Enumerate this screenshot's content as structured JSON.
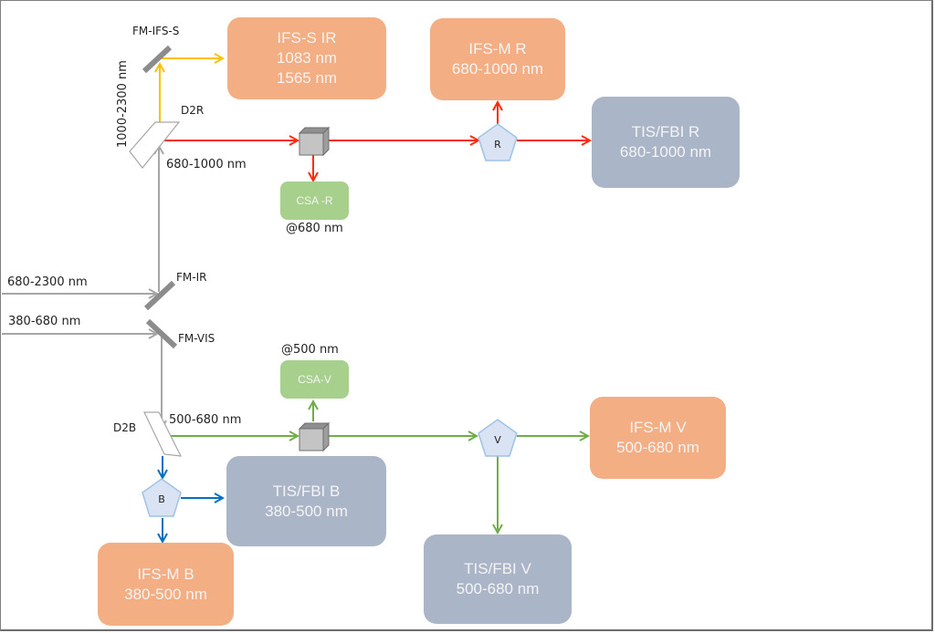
{
  "diagram": {
    "boxes": {
      "ifs_s_ir": {
        "title": "IFS-S IR",
        "line1": "1083 nm",
        "line2": "1565 nm"
      },
      "ifs_m_r": {
        "title": "IFS-M R",
        "line1": "680-1000 nm"
      },
      "tis_fbi_r": {
        "title": "TIS/FBI R",
        "line1": "680-1000 nm"
      },
      "csa_r": {
        "title": "CSA -R"
      },
      "csa_v": {
        "title": "CSA-V"
      },
      "ifs_m_v": {
        "title": "IFS-M V",
        "line1": "500-680 nm"
      },
      "tis_fbi_b": {
        "title": "TIS/FBI B",
        "line1": "380-500 nm"
      },
      "tis_fbi_v": {
        "title": "TIS/FBI V",
        "line1": "500-680 nm"
      },
      "ifs_m_b": {
        "title": "IFS-M B",
        "line1": "380-500 nm"
      }
    },
    "labels": {
      "fm_ifs_s": "FM-IFS-S",
      "range_1000_2300": "1000-2300 nm",
      "d2r": "D2R",
      "range_680_1000": "680-1000 nm",
      "at_680": "@680 nm",
      "input_680_2300": "680-2300 nm",
      "fm_ir": "FM-IR",
      "input_380_680": "380-680 nm",
      "fm_vis": "FM-VIS",
      "at_500": "@500 nm",
      "d2b": "D2B",
      "range_500_680": "500-680 nm"
    },
    "splitters": {
      "r": "R",
      "v": "V",
      "b": "B"
    },
    "colors": {
      "red_path": "#ff2a0a",
      "yellow_path": "#ffc000",
      "green_path": "#70ad47",
      "blue_path": "#0070c0",
      "grey_path": "#a6a6a6",
      "orange_box": "#f4ae84",
      "grey_box": "#abb5c8",
      "green_box": "#a8d08d",
      "pentagon_fill": "#dae3f3"
    }
  }
}
